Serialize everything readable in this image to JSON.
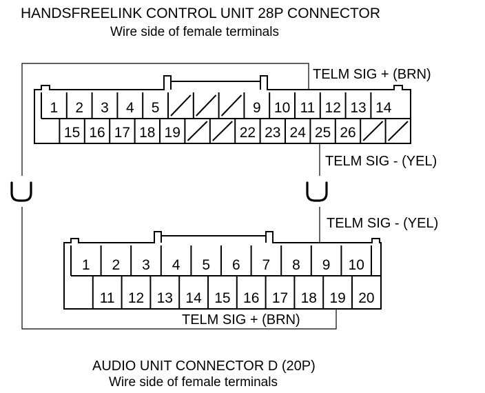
{
  "header": {
    "title": "HANDSFREELINK CONTROL UNIT 28P CONNECTOR",
    "subtitle": "Wire side of female terminals"
  },
  "connector_28p": {
    "row1": [
      "1",
      "2",
      "3",
      "4",
      "5",
      "",
      "",
      "",
      "9",
      "10",
      "11",
      "12",
      "13",
      "14"
    ],
    "row2": [
      "",
      "15",
      "16",
      "17",
      "18",
      "19",
      "",
      "",
      "22",
      "23",
      "24",
      "25",
      "26",
      "",
      ""
    ]
  },
  "connector_20p": {
    "row1": [
      "1",
      "2",
      "3",
      "4",
      "5",
      "6",
      "7",
      "8",
      "9",
      "10",
      ""
    ],
    "row2": [
      "",
      "11",
      "12",
      "13",
      "14",
      "15",
      "16",
      "17",
      "18",
      "19",
      "20"
    ]
  },
  "signals": {
    "telm_sig_plus_top": "TELM SIG + (BRN)",
    "telm_sig_minus_top": "TELM SIG -  (YEL)",
    "telm_sig_minus_bottom": "TELM SIG -  (YEL)",
    "telm_sig_plus_bottom": "TELM SIG + (BRN)"
  },
  "footer": {
    "title": "AUDIO UNIT CONNECTOR D (20P)",
    "subtitle": "Wire side of female terminals"
  }
}
